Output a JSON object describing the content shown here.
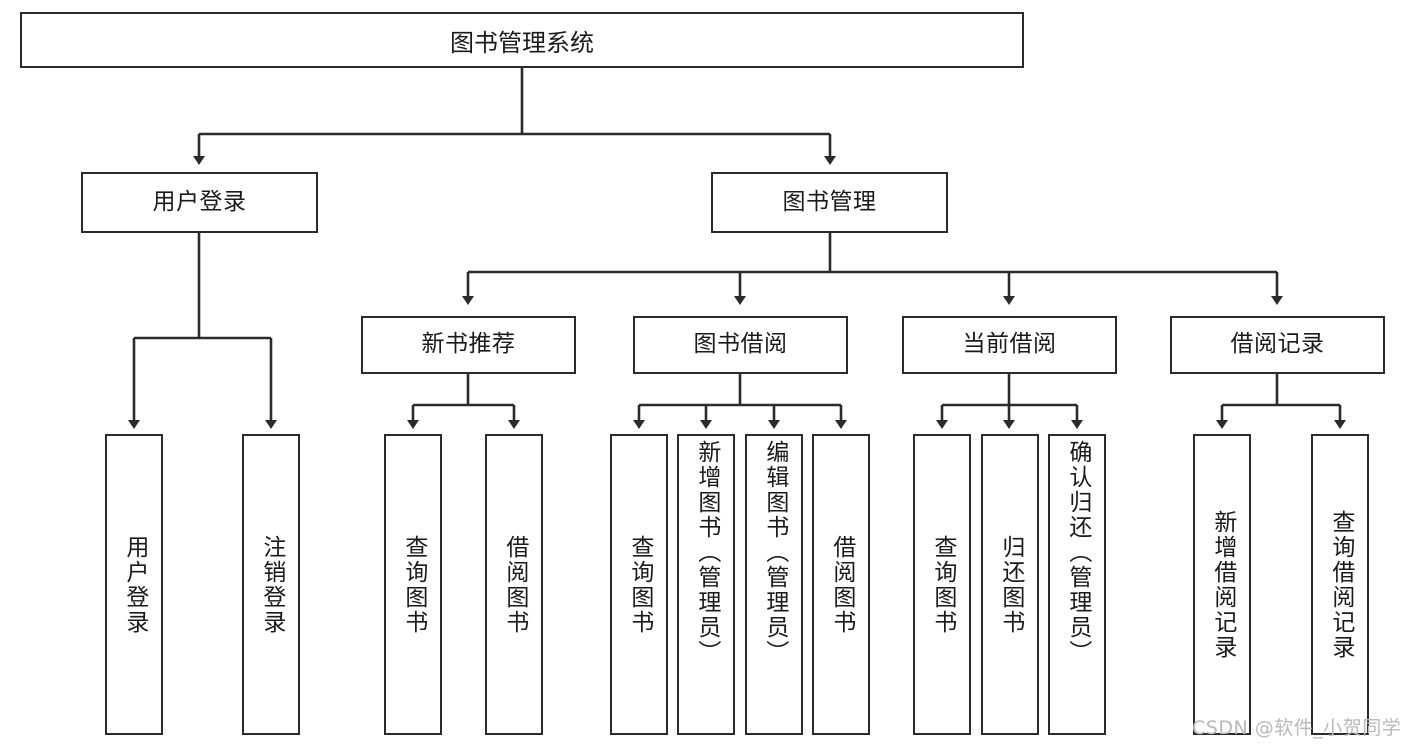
{
  "diagram": {
    "title": "图书管理系统",
    "type": "tree-hierarchy-chart",
    "watermark": "CSDN @软件_小贺同学",
    "colors": {
      "box_border": "#2b2b2b",
      "box_fill": "#ffffff",
      "edge": "#2b2b2b",
      "text": "#1a1a1a",
      "watermark": "#b9b9b9",
      "background": "#ffffff"
    },
    "levels": {
      "root": {
        "label": "图书管理系统"
      },
      "level2": [
        {
          "id": "user-login",
          "label": "用户登录"
        },
        {
          "id": "book-manage",
          "label": "图书管理"
        }
      ],
      "level3": [
        {
          "id": "new-book-recommend",
          "label": "新书推荐",
          "parent": "book-manage"
        },
        {
          "id": "book-borrow",
          "label": "图书借阅",
          "parent": "book-manage"
        },
        {
          "id": "current-borrow",
          "label": "当前借阅",
          "parent": "book-manage"
        },
        {
          "id": "borrow-record",
          "label": "借阅记录",
          "parent": "book-manage"
        }
      ],
      "leaves": [
        {
          "id": "leaf-user-login",
          "label": "用户登录",
          "parent": "user-login"
        },
        {
          "id": "leaf-user-logout",
          "label": "注销登录",
          "parent": "user-login"
        },
        {
          "id": "leaf-query-book-1",
          "label": "查询图书",
          "parent": "new-book-recommend"
        },
        {
          "id": "leaf-borrow-book-1",
          "label": "借阅图书",
          "parent": "new-book-recommend"
        },
        {
          "id": "leaf-query-book-2",
          "label": "查询图书",
          "parent": "book-borrow"
        },
        {
          "id": "leaf-add-book",
          "label": "新增图书（管理员）",
          "parent": "book-borrow"
        },
        {
          "id": "leaf-edit-book",
          "label": "编辑图书（管理员）",
          "parent": "book-borrow"
        },
        {
          "id": "leaf-borrow-book-2",
          "label": "借阅图书",
          "parent": "book-borrow"
        },
        {
          "id": "leaf-query-book-3",
          "label": "查询图书",
          "parent": "current-borrow"
        },
        {
          "id": "leaf-return-book",
          "label": "归还图书",
          "parent": "current-borrow"
        },
        {
          "id": "leaf-confirm-return",
          "label": "确认归还（管理员）",
          "parent": "current-borrow"
        },
        {
          "id": "leaf-add-record",
          "label": "新增借阅记录",
          "parent": "borrow-record"
        },
        {
          "id": "leaf-query-record",
          "label": "查询借阅记录",
          "parent": "borrow-record"
        }
      ]
    }
  }
}
